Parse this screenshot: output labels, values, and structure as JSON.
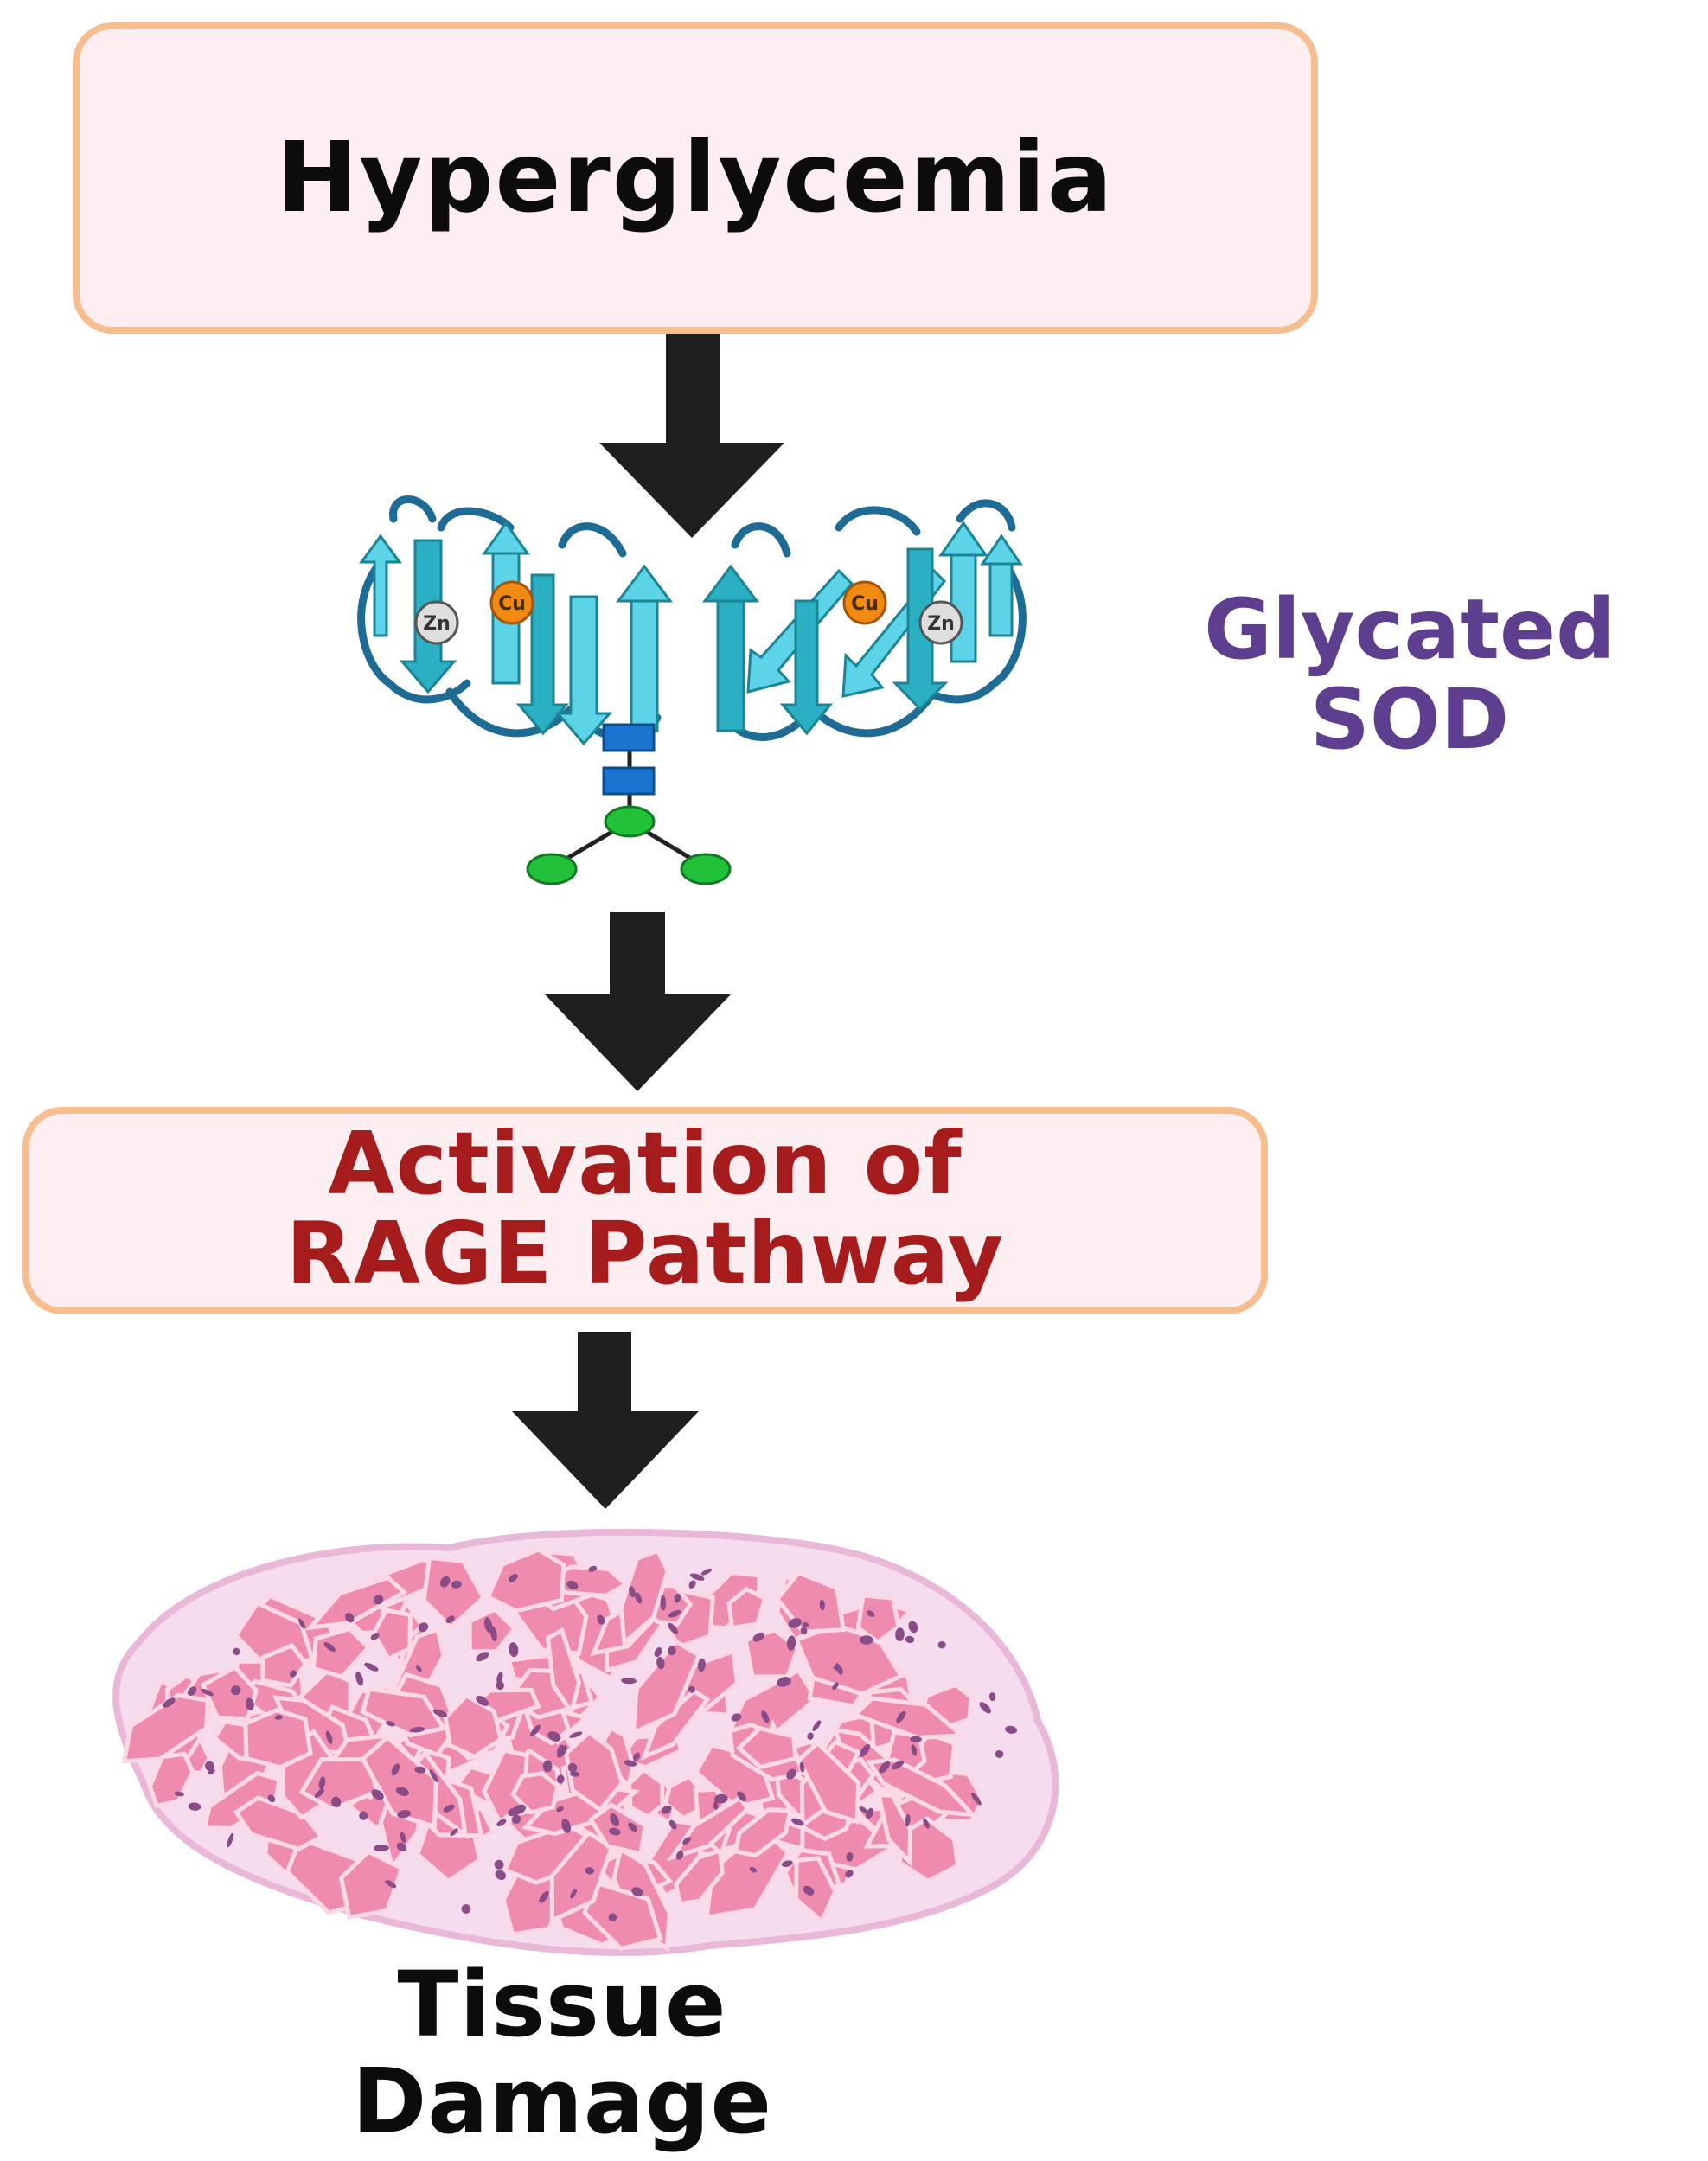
{
  "diagram": {
    "step1": {
      "label": "Hyperglycemia"
    },
    "step2": {
      "label_lines": [
        "Glycated",
        "SOD"
      ],
      "metal_labels": [
        "Zn",
        "Cu",
        "Cu",
        "Zn"
      ]
    },
    "step3": {
      "label_lines": [
        "Activation of",
        "RAGE Pathway"
      ]
    },
    "step4": {
      "label_lines": [
        "Tissue",
        "Damage"
      ]
    }
  },
  "colors": {
    "box_fill": "#fdeef2",
    "box_border": "#f6bd8f",
    "arrow": "#1f1f1f",
    "step1_text": "#0c0c0c",
    "sod_text": "#5e3f8f",
    "rage_text": "#a61c1c",
    "protein_strand": "#5cd3e6",
    "protein_loop": "#1e6b96",
    "copper": "#f08a12",
    "zinc": "#dedede",
    "glycan": "#21c23a",
    "tissue_fibre": "#f08bb0",
    "tissue_nucleus": "#8a4c86"
  }
}
